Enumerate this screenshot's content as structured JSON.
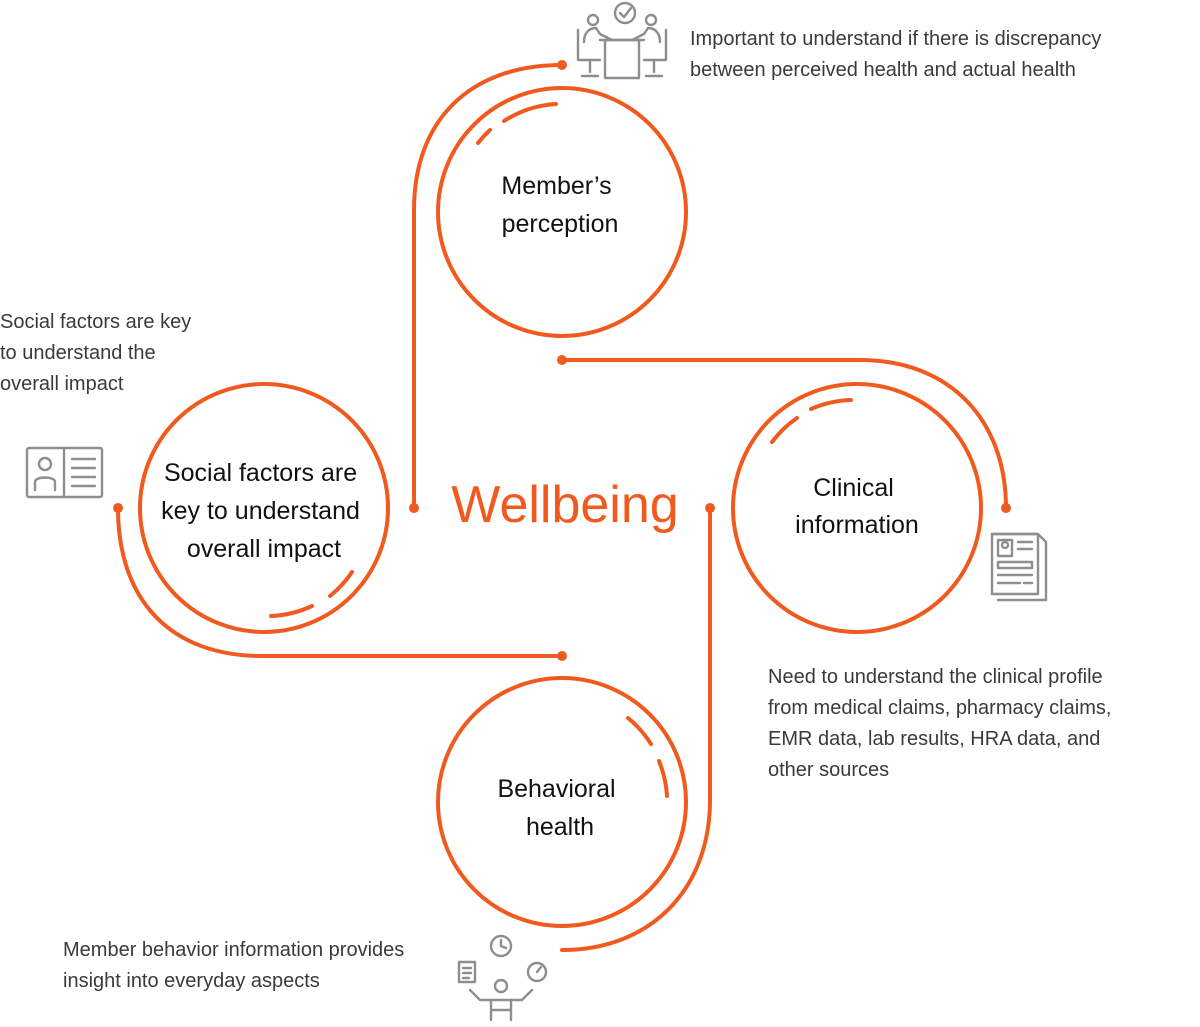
{
  "center": {
    "title": "Wellbeing"
  },
  "nodes": {
    "perception": {
      "title_lines": [
        "Member’s",
        "perception"
      ],
      "description_lines": [
        "Important to understand if there is discrepancy",
        "between perceived health and actual health"
      ],
      "icon": "meeting-table-icon"
    },
    "clinical": {
      "title_lines": [
        "Clinical",
        "information"
      ],
      "description_lines": [
        "Need to understand the clinical profile",
        "from medical claims, pharmacy claims,",
        "EMR data, lab results, HRA data, and",
        "other sources"
      ],
      "icon": "medical-document-icon"
    },
    "behavioral": {
      "title_lines": [
        "Behavioral",
        "health"
      ],
      "description_lines": [
        "Member behavior information provides",
        "insight into everyday aspects"
      ],
      "icon": "juggling-person-icon"
    },
    "social": {
      "title_lines": [
        "Social factors are",
        "key to understand",
        "overall impact"
      ],
      "description_lines": [
        "Social factors are key",
        "to understand the",
        "overall impact"
      ],
      "icon": "id-card-icon"
    }
  },
  "colors": {
    "accent": "#f05a1f",
    "icon": "#8e8e8e",
    "text": "#111111",
    "description_text": "#3a3a3a"
  }
}
